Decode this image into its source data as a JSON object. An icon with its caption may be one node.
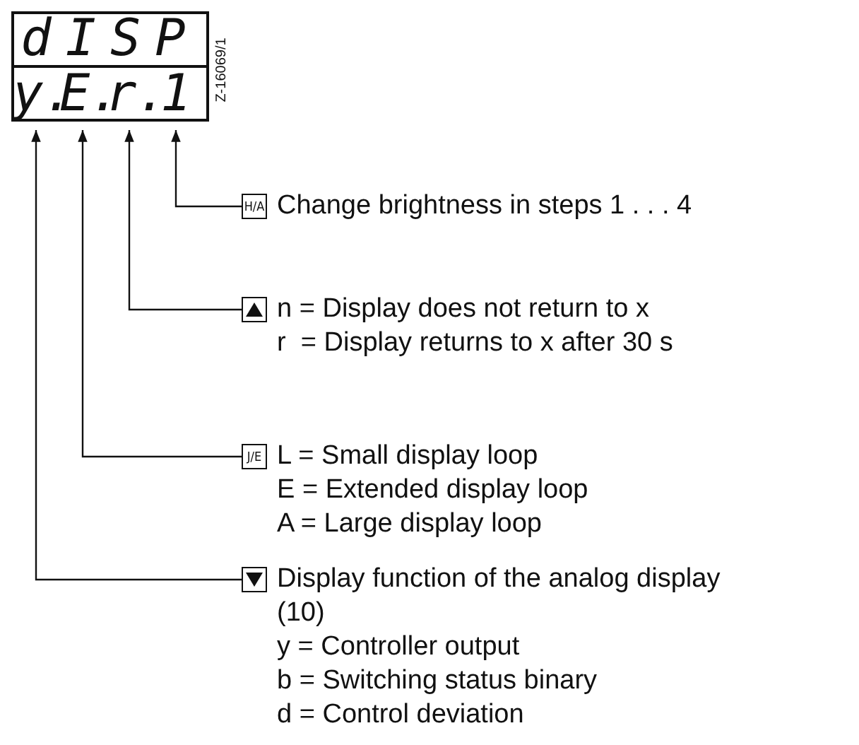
{
  "diagram": {
    "nodes": [
      {
        "text": [
          "dISP"
        ]
      },
      {
        "text": [
          "y."
        ]
      },
      {
        "text": [
          "E."
        ]
      },
      {
        "text": [
          "r."
        ]
      },
      {
        "text": [
          "1"
        ]
      },
      {
        "text": [
          "H/A",
          "Change brightness in steps 1 . . . 4"
        ]
      },
      {
        "text": [
          "n = Display does not return to x",
          "r  = Display returns to x after 30 s"
        ]
      },
      {
        "text": [
          "J/E",
          "L = Small display loop",
          "E = Extended display loop",
          "A = Large display loop"
        ]
      },
      {
        "text": [
          "Display function of the analog display (10)",
          "y = Controller output",
          "b = Switching status binary",
          "d = Control deviation"
        ]
      }
    ],
    "edges": [
      {
        "from": 5,
        "to": 4,
        "arrow": "to"
      },
      {
        "from": 6,
        "to": 3,
        "arrow": "to"
      },
      {
        "from": 7,
        "to": 2,
        "arrow": "to"
      },
      {
        "from": 8,
        "to": 1,
        "arrow": "to"
      }
    ],
    "labels": [
      "Z-16069/1"
    ]
  }
}
